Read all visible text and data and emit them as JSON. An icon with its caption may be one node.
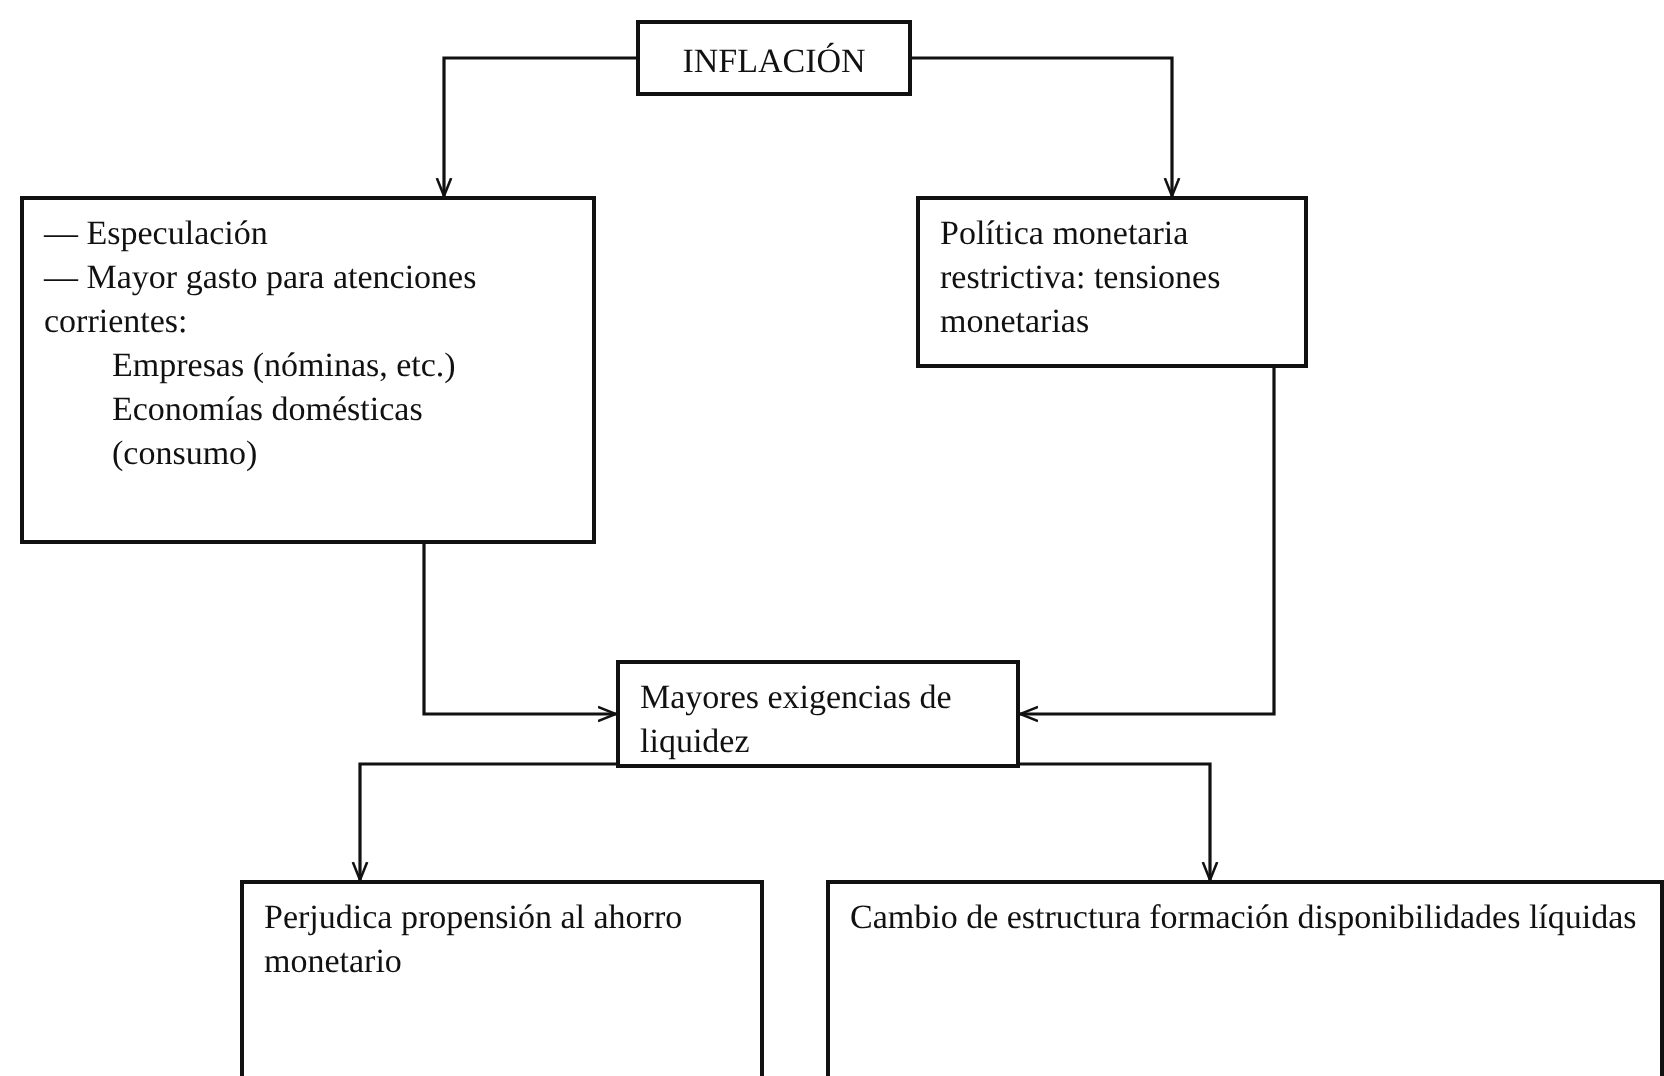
{
  "diagram": {
    "nodes": [
      {
        "text": [
          "INFLACIÓN"
        ]
      },
      {
        "text": [
          "— Especulación",
          "— Mayor gasto para atenciones corrientes:",
          "Empresas (nóminas, etc.)",
          "Economías domésticas (consumo)"
        ]
      },
      {
        "text": [
          "Política monetaria restrictiva: tensiones monetarias"
        ]
      },
      {
        "text": [
          "Mayores exigencias de liquidez"
        ]
      },
      {
        "text": [
          "Perjudica propensión al ahorro monetario"
        ]
      },
      {
        "text": [
          "Cambio de estructura formación disponibilidades líquidas"
        ]
      }
    ],
    "edges": [
      {
        "from": 0,
        "to": 1,
        "arrow": "to"
      },
      {
        "from": 0,
        "to": 2,
        "arrow": "to"
      },
      {
        "from": 1,
        "to": 3,
        "arrow": "to"
      },
      {
        "from": 2,
        "to": 3,
        "arrow": "to"
      },
      {
        "from": 3,
        "to": 4,
        "arrow": "to"
      },
      {
        "from": 3,
        "to": 5,
        "arrow": "to"
      }
    ]
  }
}
